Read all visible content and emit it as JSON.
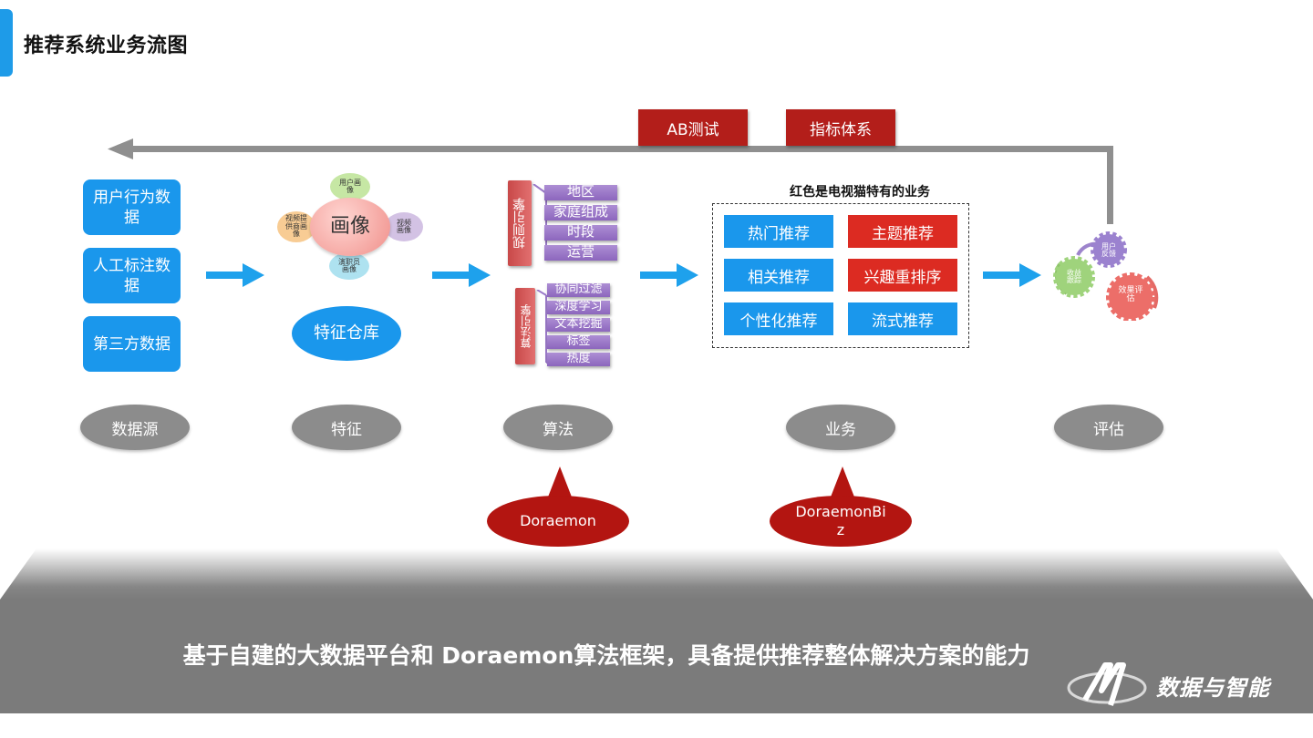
{
  "title": "推荐系统业务流图",
  "top_tags": [
    "AB测试",
    "指标体系"
  ],
  "data_sources": [
    "用户行为数据",
    "人工标注数据",
    "第三方数据"
  ],
  "feature": {
    "center": "画像",
    "satellites": {
      "top": "用户画像",
      "left": "视频提供商画像",
      "right": "视频画像",
      "bottom": "演职员画像"
    },
    "warehouse": "特征仓库"
  },
  "algorithm": {
    "rules": {
      "head": "规则引擎",
      "items": [
        "地区",
        "家庭组成",
        "时段",
        "运营"
      ]
    },
    "algos": {
      "head": "算法引擎",
      "items": [
        "协同过滤",
        "深度学习",
        "文本挖掘",
        "标签",
        "热度"
      ]
    }
  },
  "business": {
    "note": "红色是电视猫特有的业务",
    "rows": [
      [
        "热门推荐",
        "主题推荐"
      ],
      [
        "相关推荐",
        "兴趣重排序"
      ],
      [
        "个性化推荐",
        "流式推荐"
      ]
    ]
  },
  "evaluation": {
    "gears": [
      "用户反馈",
      "收益跟踪",
      "效果评估"
    ]
  },
  "stages": [
    "数据源",
    "特征",
    "算法",
    "业务",
    "评估"
  ],
  "callouts": [
    "Doraemon",
    "DoraemonBiz"
  ],
  "footer": {
    "statement": "基于自建的大数据平台和 Doraemon算法框架，具备提供推荐整体解决方案的能力",
    "logo": "数据与智能"
  },
  "colors": {
    "accent_blue": "#1a97ec",
    "accent_red": "#dc2b22",
    "dark_red": "#b31511",
    "stage_gray": "#8c8c8c"
  }
}
